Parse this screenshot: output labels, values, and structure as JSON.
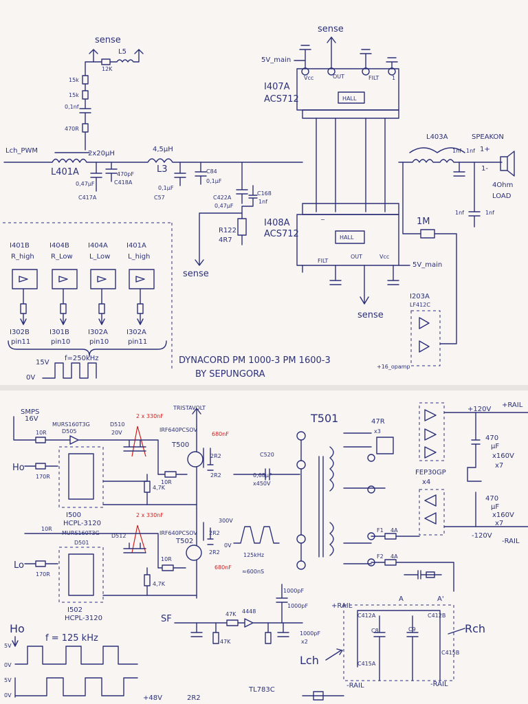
{
  "top": {
    "sense_left": "sense",
    "sense_top": "sense",
    "sense_right": "sense",
    "sense_mid": "sense",
    "l5": "L5",
    "r12k": "12K",
    "r15k_a": "15k",
    "r15k_b": "15k",
    "c01nf": "0,1nf",
    "r470r": "470R",
    "lch_pwm": "Lch_PWM",
    "l2x20": "2x20µH",
    "l401a": "L401A",
    "c470pf": "470pF",
    "c418a": "C418A",
    "c047uf": "0,47µF",
    "c417a": "C417A",
    "l45uh": "4,5µH",
    "l3": "L3",
    "c01uf": "0,1µF",
    "c57": "C57",
    "c84": "C84",
    "c84v": "0,1µF",
    "c422a": "C422A",
    "c422av": "0,47µF",
    "c168": "C168",
    "c168v": "1nf",
    "r122": "R122",
    "r4r7": "4R7",
    "v5main_top": "5V_main",
    "i407a": "I407A",
    "acs712_a": "ACS712",
    "hall_a": "HALL",
    "vcc_a": "Vcc",
    "out_a": "OUT",
    "filt_a": "FILT",
    "one_a": "1",
    "i408a": "I408A",
    "acs712_b": "ACS712",
    "hall_b": "HALL",
    "filt_b": "FILT",
    "out_b": "OUT",
    "vcc_b": "Vcc",
    "v5main_bot": "5V_main",
    "l403a": "L403A",
    "speakon": "SPEAKON",
    "sp_plus": "1+",
    "sp_minus": "1-",
    "load1": "4Ohm",
    "load2": "LOAD",
    "c1nf_a": "1nf",
    "c1nf_b": "1nf",
    "c1nf_c": "1nf",
    "c1nf_d": "1nf",
    "r1m": "1M",
    "i203a": "I203A",
    "lf412c": "LF412C",
    "p16": "+16_opamp",
    "ic_labels": [
      "I401B",
      "I404B",
      "I404A",
      "I401A"
    ],
    "ic_sub": [
      "R_high",
      "R_Low",
      "L_Low",
      "L_high"
    ],
    "ic_bottom": [
      "I302B",
      "I301B",
      "I302A",
      "I302A"
    ],
    "ic_pins": [
      "pin11",
      "pin10",
      "pin10",
      "pin11"
    ],
    "v15": "15V",
    "v0": "0V",
    "freq_top": "f=250kHz",
    "title1": "DYNACORD PM 1000-3 PM 1600-3",
    "title2": "BY SEPUNGORA"
  },
  "bottom": {
    "smps": "SMPS",
    "smps_v": "16V",
    "r10r_a": "10R",
    "mur_a": "MURS160T3G",
    "d505": "D505",
    "d510": "D510",
    "d510v": "20V",
    "cap2x330_a": "2 x 330nF",
    "irf_a": "IRF640PCSOV",
    "tristavolt": "TRISTAVOLT",
    "c680_a": "680nF",
    "t500": "T500",
    "r2r2_a": "2R2",
    "r2r2_b": "2R2",
    "r10r_b": "10R",
    "r47k_a": "4,7K",
    "ho": "Ho",
    "r170_a": "170R",
    "i500": "I500",
    "hcpl_a": "HCPL-3120",
    "c520": "C520",
    "c068": "0,68µF",
    "c450v": "x450V",
    "t501": "T501",
    "r47r": "47R",
    "x3": "x3",
    "fep": "FEP30GP",
    "x4": "x4",
    "v120p": "+120V",
    "rail_p": "+RAIL",
    "cap_a1": "470",
    "cap_a2": "µF",
    "cap_a3": "x160V",
    "cap_a4": "x7",
    "cap_b1": "470",
    "cap_b2": "µF",
    "cap_b3": "x160V",
    "cap_b4": "x7",
    "v120n": "-120V",
    "rail_n": "-RAIL",
    "r10r_c": "10R",
    "mur_b": "MURS160T3G",
    "d501": "D501",
    "d512": "D512",
    "cap2x330_b": "2 x 330nF",
    "irf_b": "IRF640PCSOV",
    "t502": "T502",
    "r2r2_c": "2R2",
    "r2r2_d": "2R2",
    "c680_b": "680nF",
    "r10r_d": "10R",
    "r47k_b": "4,7K",
    "lo": "Lo",
    "r170_b": "170R",
    "i502": "I502",
    "hcpl_b": "HCPL-3120",
    "v300": "300V",
    "v0b": "0V",
    "freq125": "125kHz",
    "t600": "≈600nS",
    "f1": "F1",
    "f1v": "4A",
    "f2": "F2",
    "f2v": "4A",
    "a": "A",
    "a2": "A'",
    "c1000_a": "1000pF",
    "c1000_b": "1000pF",
    "c1000_c": "1000pF",
    "x2": "x2",
    "sf": "SF",
    "r47k_c": "47K",
    "d4448": "4448",
    "r47k_d": "47K",
    "rail_p2": "+RAIL",
    "c412a": "C412A",
    "c412b": "C412B",
    "c415a": "C415A",
    "c415b": "C415B",
    "c_b": "C8",
    "c_c": "C9",
    "lch": "Lch",
    "rch": "Rch",
    "rail_n2": "-RAIL",
    "rail_n3": "-RAIL",
    "ho2": "Ho",
    "freq125b": "f = 125 kHz",
    "v5a": "5V",
    "v0c": "0V",
    "v5b": "5V",
    "v0d": "0V",
    "p48": "+48V",
    "r2r2_e": "2R2",
    "tl": "TL783C"
  }
}
